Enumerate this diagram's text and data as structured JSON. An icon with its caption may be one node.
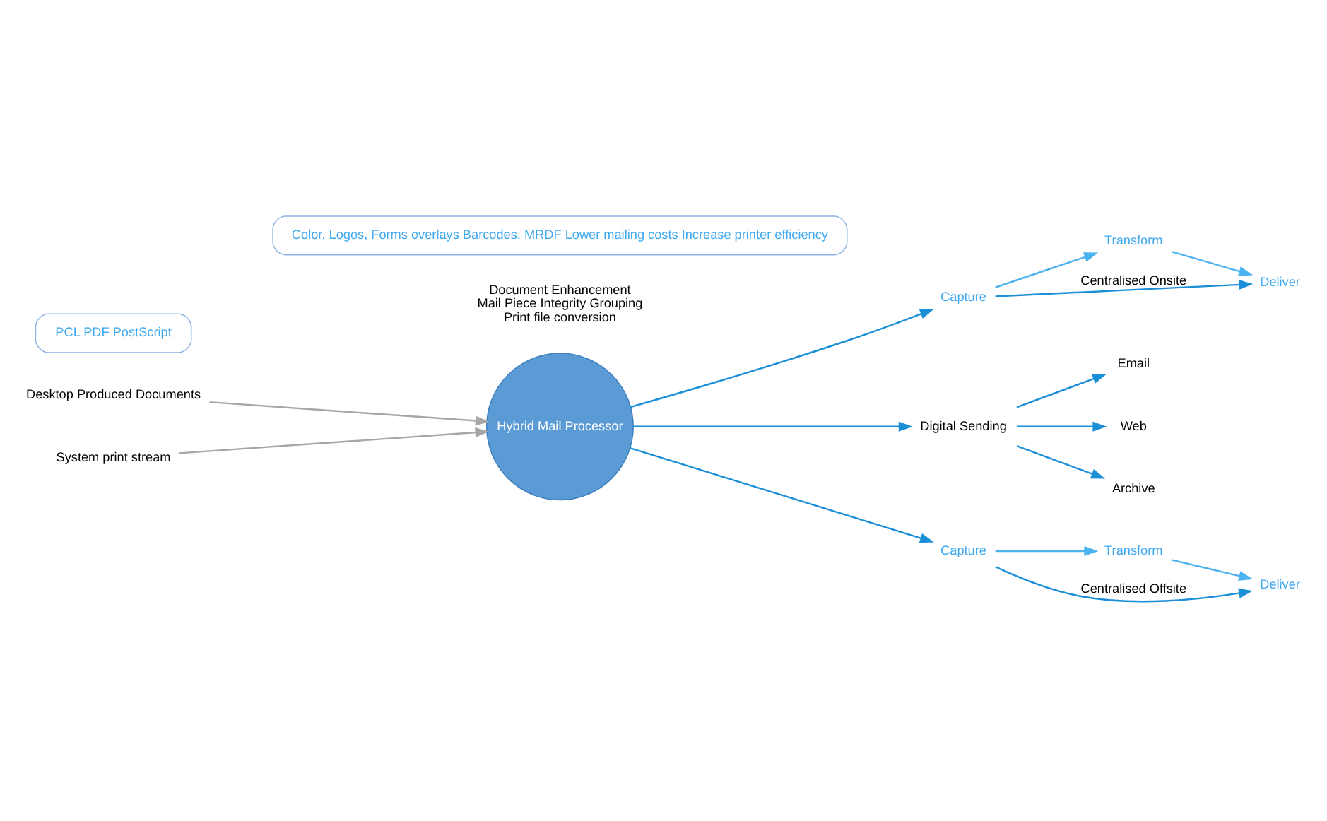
{
  "diagram": {
    "nodes": [
      {
        "text": [
          "Desktop Produced Documents"
        ]
      },
      {
        "text": [
          "System print stream"
        ]
      },
      {
        "text": [
          "PCL PDF PostScript"
        ]
      },
      {
        "text": [
          "Hybrid Mail Processor"
        ],
        "beside": [
          "Document Enhancement",
          "Mail Piece Integrity Grouping",
          "Print file conversion"
        ]
      },
      {
        "text": [
          "Color, Logos, Forms overlays Barcodes, MRDF Lower mailing costs Increase printer efficiency"
        ]
      },
      {
        "text": [
          "Capture"
        ]
      },
      {
        "text": [
          "Transform"
        ]
      },
      {
        "text": [
          "Deliver"
        ]
      },
      {
        "text": [
          "Digital Sending"
        ]
      },
      {
        "text": [
          "Email"
        ]
      },
      {
        "text": [
          "Web"
        ]
      },
      {
        "text": [
          "Archive"
        ]
      },
      {
        "text": [
          "Capture"
        ]
      },
      {
        "text": [
          "Transform"
        ]
      },
      {
        "text": [
          "Deliver"
        ]
      }
    ],
    "edges": [
      {
        "from": 0,
        "to": 3,
        "arrow": "to",
        "color": "#a6a6a6"
      },
      {
        "from": 1,
        "to": 3,
        "arrow": "to",
        "color": "#a6a6a6"
      },
      {
        "from": 3,
        "to": 5,
        "arrow": "to"
      },
      {
        "from": 3,
        "to": 8,
        "arrow": "to"
      },
      {
        "from": 3,
        "to": 12,
        "arrow": "to"
      },
      {
        "from": 5,
        "to": 7,
        "arrow": "to",
        "label": "Centralised Onsite"
      },
      {
        "from": 5,
        "to": 6,
        "arrow": "to",
        "color": "#4db3f0"
      },
      {
        "from": 6,
        "to": 7,
        "arrow": "to",
        "color": "#4db3f0"
      },
      {
        "from": 8,
        "to": 9,
        "arrow": "to"
      },
      {
        "from": 8,
        "to": 10,
        "arrow": "to"
      },
      {
        "from": 8,
        "to": 11,
        "arrow": "to"
      },
      {
        "from": 12,
        "to": 14,
        "arrow": "to",
        "label": "Centralised Offsite"
      },
      {
        "from": 12,
        "to": 13,
        "arrow": "to",
        "color": "#4db3f0"
      },
      {
        "from": 13,
        "to": 14,
        "arrow": "to",
        "color": "#4db3f0"
      }
    ]
  }
}
